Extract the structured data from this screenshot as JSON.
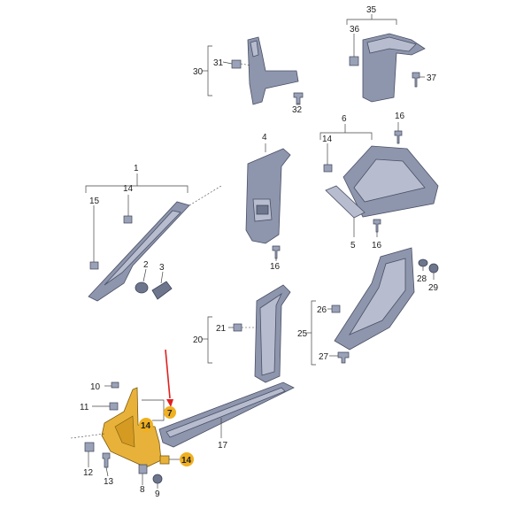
{
  "callouts": {
    "c1": "1",
    "c2": "2",
    "c3": "3",
    "c4": "4",
    "c5": "5",
    "c6": "6",
    "c7": "7",
    "c8": "8",
    "c9": "9",
    "c10": "10",
    "c11": "11",
    "c12": "12",
    "c13": "13",
    "c14a": "14",
    "c14b": "14",
    "c14c": "14",
    "c14d": "14",
    "c15": "15",
    "c16a": "16",
    "c16b": "16",
    "c16c": "16",
    "c17": "17",
    "c20": "20",
    "c21": "21",
    "c25": "25",
    "c26": "26",
    "c27": "27",
    "c28": "28",
    "c29": "29",
    "c30": "30",
    "c31": "31",
    "c32": "32",
    "c35": "35",
    "c36": "36",
    "c37": "37"
  },
  "colors": {
    "highlight": "#e8b23a",
    "arrow": "#e02020",
    "part": "#8e96ad"
  }
}
